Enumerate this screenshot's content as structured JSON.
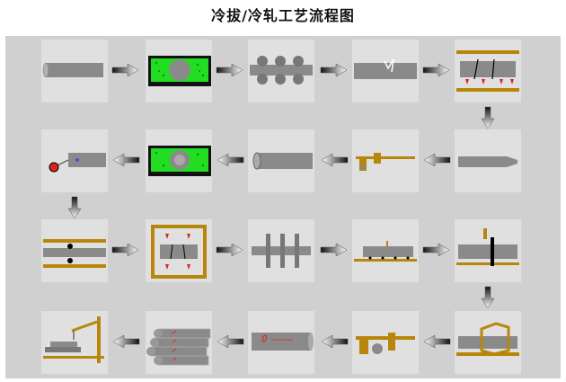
{
  "title": "冷拔/冷轧工艺流程图",
  "colors": {
    "panel": "#d0d0d0",
    "tile": "#e0e0e0",
    "tube": "#8a8a8a",
    "brown": "#b8860b",
    "green": "#22dd22",
    "red": "#dd2222"
  },
  "process_steps": [
    {
      "row": 1,
      "col": 1,
      "icon": "pipe-blank-icon"
    },
    {
      "row": 1,
      "col": 2,
      "icon": "furnace-green-icon"
    },
    {
      "row": 1,
      "col": 3,
      "icon": "roller-straightening-icon"
    },
    {
      "row": 1,
      "col": 4,
      "icon": "cracked-pipe-icon"
    },
    {
      "row": 1,
      "col": 5,
      "icon": "pipe-heating-red-arrows-icon"
    },
    {
      "row": 2,
      "col": 5,
      "icon": "pointed-pipe-icon"
    },
    {
      "row": 2,
      "col": 4,
      "icon": "caliper-inspection-icon"
    },
    {
      "row": 2,
      "col": 3,
      "icon": "pipe-open-end-icon"
    },
    {
      "row": 2,
      "col": 2,
      "icon": "furnace-green-icon"
    },
    {
      "row": 2,
      "col": 1,
      "icon": "pipe-pickling-tank-icon"
    },
    {
      "row": 3,
      "col": 1,
      "icon": "cold-drawing-die-icon"
    },
    {
      "row": 3,
      "col": 2,
      "icon": "annealing-box-icon"
    },
    {
      "row": 3,
      "col": 3,
      "icon": "straightening-rollers-icon"
    },
    {
      "row": 3,
      "col": 4,
      "icon": "pipe-on-table-icon"
    },
    {
      "row": 3,
      "col": 5,
      "icon": "cutting-saw-icon"
    },
    {
      "row": 4,
      "col": 5,
      "icon": "pipe-in-box-icon"
    },
    {
      "row": 4,
      "col": 4,
      "icon": "caliper-measure-icon"
    },
    {
      "row": 4,
      "col": 3,
      "icon": "marked-pipe-icon"
    },
    {
      "row": 4,
      "col": 2,
      "icon": "pipe-bundle-icon"
    },
    {
      "row": 4,
      "col": 1,
      "icon": "crane-loading-icon"
    }
  ]
}
